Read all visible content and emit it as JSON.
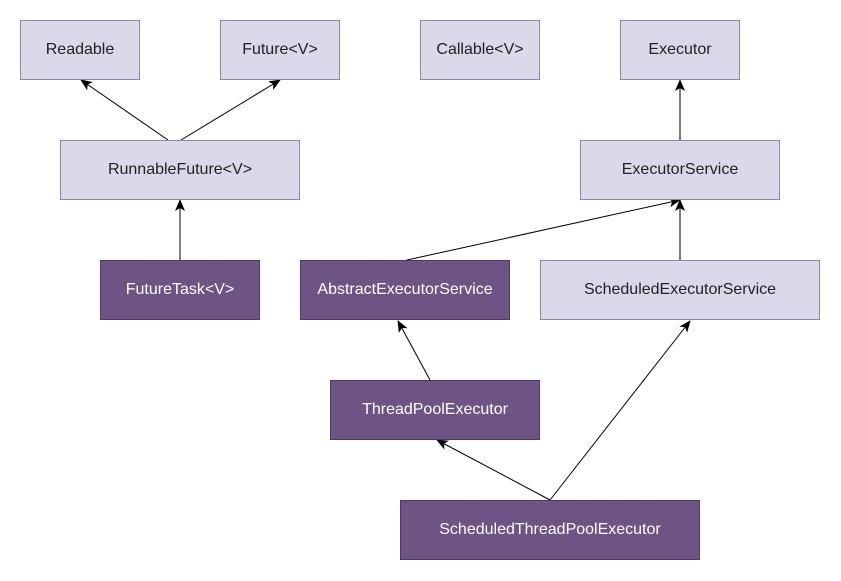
{
  "diagram": {
    "nodes": {
      "readable": "Readable",
      "future": "Future<V>",
      "callable": "Callable<V>",
      "executor": "Executor",
      "runnable_future": "RunnableFuture<V>",
      "executor_service": "ExecutorService",
      "future_task": "FutureTask<V>",
      "abstract_executor_service": "AbstractExecutorService",
      "scheduled_executor_service": "ScheduledExecutorService",
      "thread_pool_executor": "ThreadPoolExecutor",
      "scheduled_thread_pool_executor": "ScheduledThreadPoolExecutor"
    },
    "edges": [
      {
        "from": "runnable_future",
        "to": "readable"
      },
      {
        "from": "runnable_future",
        "to": "future"
      },
      {
        "from": "executor_service",
        "to": "executor"
      },
      {
        "from": "future_task",
        "to": "runnable_future"
      },
      {
        "from": "abstract_executor_service",
        "to": "executor_service"
      },
      {
        "from": "scheduled_executor_service",
        "to": "executor_service"
      },
      {
        "from": "thread_pool_executor",
        "to": "abstract_executor_service"
      },
      {
        "from": "scheduled_thread_pool_executor",
        "to": "thread_pool_executor"
      },
      {
        "from": "scheduled_thread_pool_executor",
        "to": "scheduled_executor_service"
      }
    ],
    "colors": {
      "interface_fill": "#d9d9ea",
      "interface_border": "#8b8ba6",
      "class_fill": "#6e5485",
      "class_border": "#4f3a63",
      "class_text": "#ffffff",
      "edge": "#000000"
    }
  }
}
